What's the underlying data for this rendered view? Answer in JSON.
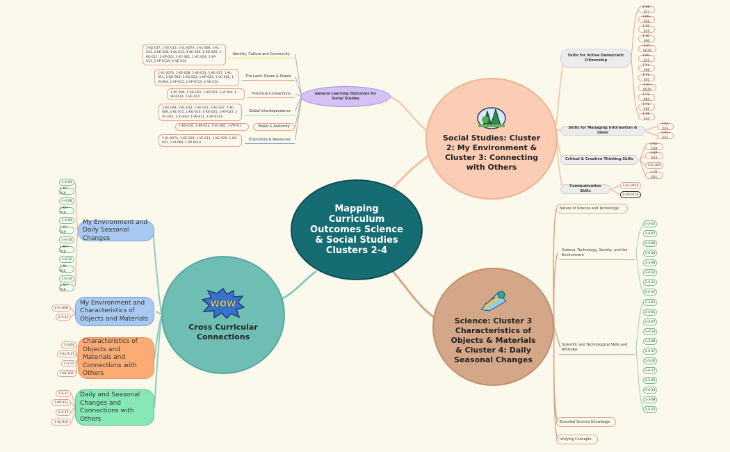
{
  "center": {
    "title": "Mapping Curriculum Outcomes Science & Social Studies Clusters 2-4"
  },
  "social_studies": {
    "title": "Social Studies: Cluster 2: My Environment & Cluster 3: Connecting with Others",
    "skills": [
      {
        "label": "Skills for Active Democratic Citizenship",
        "codes": [
          "1-KE-027",
          "1-KG-026",
          "1-VE-013",
          "1-KC-006",
          "1-VL-007A",
          "1-KG-021",
          "1-VL-008",
          "1-VL-001",
          "1-VL-007A",
          "1-VL-004",
          "1-VL-005",
          "1-VE-014"
        ]
      },
      {
        "label": "Skills for Managing Information & Ideas",
        "codes": [
          "1-KL-013",
          "1-KL-011"
        ]
      },
      {
        "label": "Critical & Creative Thinking Skills",
        "codes": [
          "1-KE-028",
          "1-KP-023",
          "1-VL-005",
          "1-VP-011"
        ]
      },
      {
        "label": "Communication Skills",
        "codes": [
          "1-VL-007A",
          "1-VP-011A"
        ]
      }
    ],
    "goal": "General Learning Outcomes for Social Studies",
    "outcomes": [
      {
        "label": "Identity, Culture and Community",
        "codes": "1-KE-027, 1-VE-013, 1-VL-007A, 1-VL-008, 1-KL-013, 1-KE-028, 1-KL-011, 1-KC-006, 1-KG-020, 1-KG-021, 1-KP-023, 1-VC-001, 1-VC-004, 1-VP-011, 1-VP-011A, 1-VE-014"
      },
      {
        "label": "The Land: Places & People",
        "codes": "1-VL-007A, 1-KE-028, 1-VE-013, 1-KE-027, 1-KL-011, 1-KG-020, 1-KG-021, 1-KP-023, 1-VC-001, 1-VI-004, 1-VP-011, 1-VP-011A, 1-VE-014"
      },
      {
        "label": "Historical Connections",
        "codes": "1-KC-006, 1-KG-021, 1-KP-023, 1-VI-004, 1-VP-011A, 1-VE-014"
      },
      {
        "label": "Global Interdependence",
        "codes": "1-KE-028, 1-KL-013, 1-VE-013, 1-KE-027, 1-KC-006, 1-KL-011, 1-KG-020, 1-KG-021, 1-KP-023, 1-VC-001, 1-VI-004, 1-VP-011, 1-VP-011A"
      },
      {
        "label": "Power & Authority",
        "codes": "1-KG-020, 1-KP-023, 1-VC-001, 1-VP-011"
      },
      {
        "label": "Economics & Resources",
        "codes": "1-VL-007A, 1-KE-028, 1-VE-013, 1-KG-020, 1-KG-021, 1-VI-004, 1-VP-011A"
      }
    ]
  },
  "science": {
    "title": "Science: Cluster 3 Characteristics of Objects & Materials & Cluster 4: Daily Seasonal Changes",
    "branches": [
      {
        "label": "Nature of Science and Technology",
        "codes": []
      },
      {
        "label": "Science, Technology, Society, and the Environment",
        "codes": [
          "1-3-02",
          "1-4-07",
          "1-3-06",
          "1-4-10",
          "1-3-08",
          "1-4-12",
          "1-3-11",
          "1-4-17"
        ]
      },
      {
        "label": "Scientific and Technological Skills and Attitudes",
        "codes": [
          "1-3-01",
          "1-4-01",
          "1-3-07",
          "1-4-13",
          "1-3-08",
          "1-4-17",
          "1-3-10",
          "1-4-17",
          "1-3-05",
          "1-4-14",
          "1-3-09",
          "1-4-12"
        ]
      },
      {
        "label": "Essential Science Knowledge",
        "codes": []
      },
      {
        "label": "Unifying Concepts",
        "codes": []
      }
    ]
  },
  "cross": {
    "title": "Cross Curricular Connections",
    "wow": "WOW",
    "branches": [
      {
        "label": "My Environment and Daily Seasonal Changes",
        "codes": [
          "1-4-03",
          "1-KH-019",
          "1-4-08",
          "1-KH-019",
          "1-4-09",
          "1-KH-019",
          "1-4-10",
          "1-KH-019",
          "1-4-12",
          "1-KL-012",
          "1-4-14",
          "1-KH-019"
        ]
      },
      {
        "label": "My Environment and Characteristics of Objects and Materials",
        "codes": [
          "1-VL-008",
          "1-3-11"
        ]
      },
      {
        "label": "Characteristics of Objects and Materials and Connections with Others",
        "codes": [
          "1-3-03",
          "1-KL-0-11",
          "1-3-11",
          "1-KE-031"
        ]
      },
      {
        "label": "Daily and Seasonal Changes and Connections with Others",
        "codes": [
          "1-4-11",
          "1-KP-023",
          "1-4-13",
          "1-KL-010"
        ]
      }
    ]
  },
  "colors": {
    "center": "#166c73",
    "social": "#fbcdb4",
    "science": "#d4a788",
    "cross": "#6fbeb4",
    "goal": "#d4c2f4"
  }
}
